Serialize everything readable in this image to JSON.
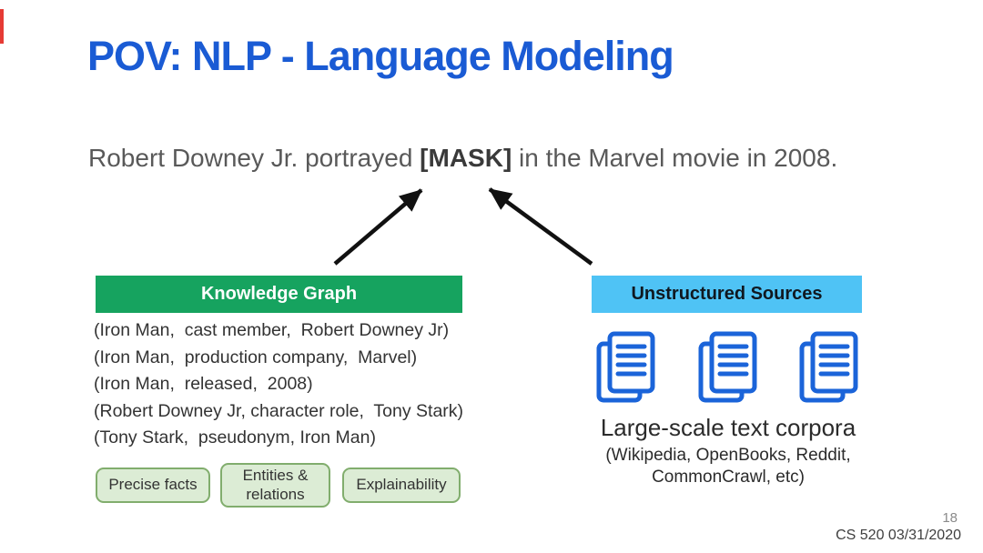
{
  "slide": {
    "title": "POV: NLP - Language Modeling",
    "page_number": "18",
    "footer": "CS 520 03/31/2020"
  },
  "sentence": {
    "prefix": "Robert Downey Jr. portrayed ",
    "mask_token": "[MASK]",
    "suffix": " in the Marvel movie in 2008."
  },
  "knowledge_graph": {
    "header": "Knowledge Graph",
    "triples": [
      "(Iron Man,  cast member,  Robert Downey Jr)",
      "(Iron Man,  production company,  Marvel)",
      "(Iron Man,  released,  2008)",
      "(Robert Downey Jr, character role,  Tony Stark)",
      "(Tony Stark,  pseudonym, Iron Man)"
    ],
    "tags": [
      "Precise facts",
      "Entities & relations",
      "Explainability"
    ]
  },
  "unstructured_sources": {
    "header": "Unstructured Sources",
    "icons": [
      "document-stack-icon",
      "document-stack-icon",
      "document-stack-icon"
    ],
    "caption": "Large-scale text corpora",
    "subcaption_line1": "(Wikipedia, OpenBooks, Reddit,",
    "subcaption_line2": "CommonCrawl, etc)"
  },
  "colors": {
    "title_blue": "#1a5bd4",
    "kg_green": "#16a35f",
    "us_blue": "#4fc3f5",
    "icon_blue": "#1b64d9",
    "tag_fill": "#dcecd5",
    "tag_border": "#81ad6d",
    "arrow_black": "#111111",
    "accent_red": "#e63b35"
  }
}
